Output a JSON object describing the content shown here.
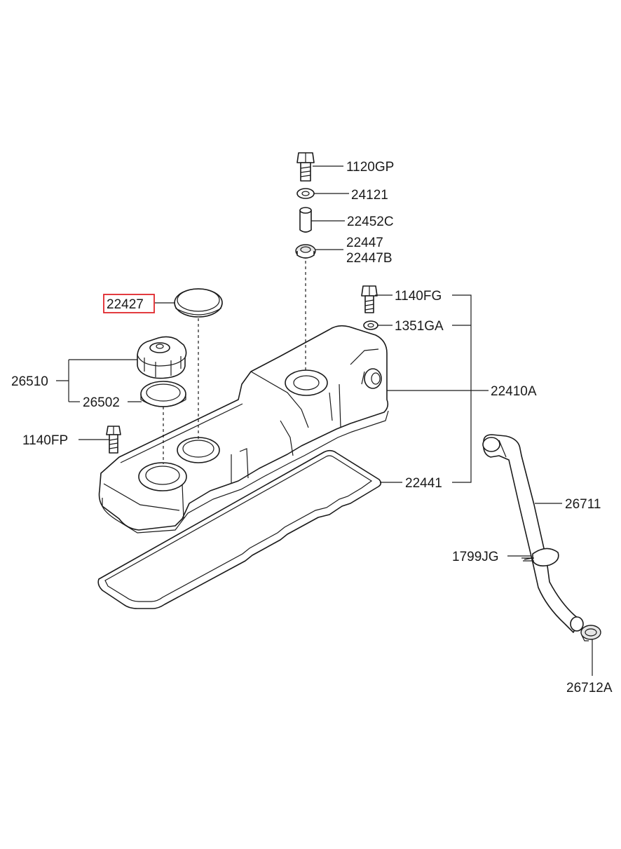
{
  "labels": {
    "p1120GP": "1120GP",
    "p24121": "24121",
    "p22452C": "22452C",
    "p22447": "22447",
    "p22447B": "22447B",
    "p22427": "22427",
    "p1140FG": "1140FG",
    "p1351GA": "1351GA",
    "p26510": "26510",
    "p26502": "26502",
    "p22410A": "22410A",
    "p1140FP": "1140FP",
    "p22441": "22441",
    "p26711": "26711",
    "p1799JG": "1799JG",
    "p26712A": "26712A"
  },
  "highlight": {
    "part": "22427",
    "color": "#e0262b"
  }
}
